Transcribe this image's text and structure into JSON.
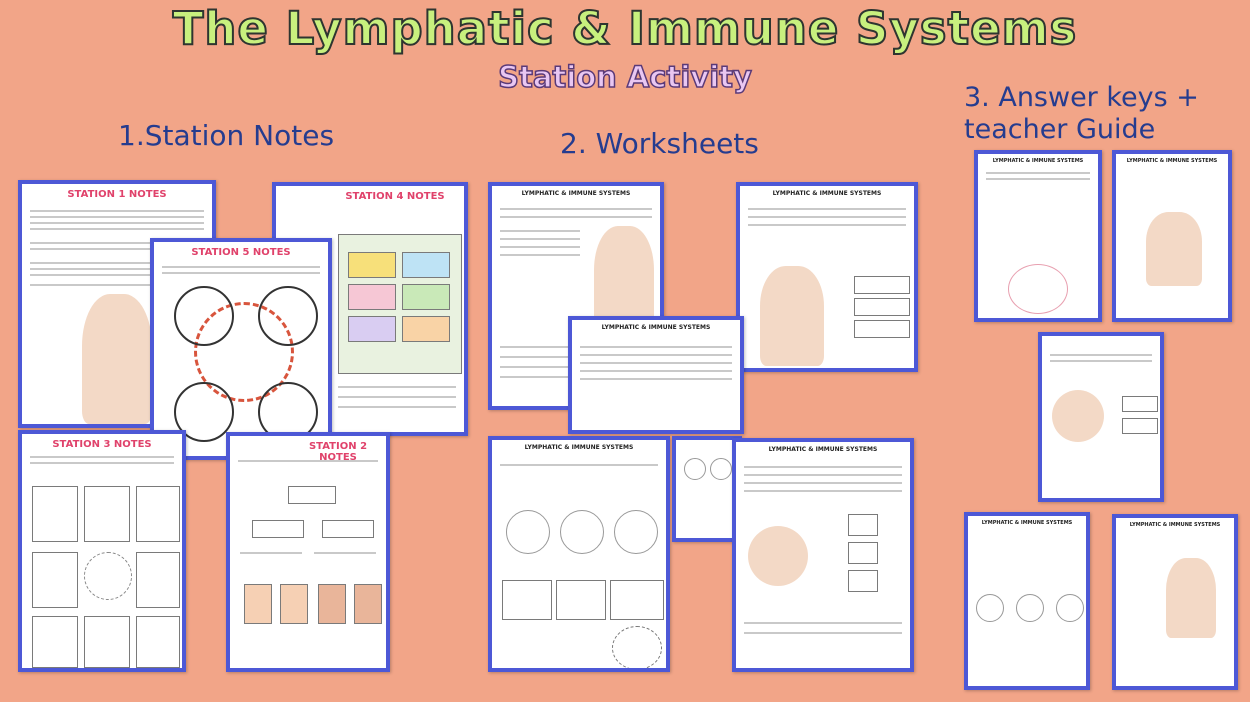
{
  "page": {
    "title": "The Lymphatic & Immune Systems",
    "subtitle": "Station Activity"
  },
  "sections": {
    "station_notes": "1.Station  Notes",
    "worksheets": "2. Worksheets",
    "answer_keys": "3. Answer keys + teacher Guide"
  },
  "sheets": {
    "station1": "STATION 1 NOTES",
    "station2": "STATION 2 NOTES",
    "station3": "STATION 3 NOTES",
    "station4": "STATION 4 NOTES",
    "station5": "STATION 5 NOTES",
    "worksheet_header": "LYMPHATIC & IMMUNE SYSTEMS"
  },
  "colors": {
    "background": "#F2A588",
    "frame": "#4D58D6",
    "title_fill": "#C8F07E",
    "subtitle_fill": "#E9C7F2",
    "heading": "#253C8F",
    "sheet_title": "#E0426B"
  }
}
